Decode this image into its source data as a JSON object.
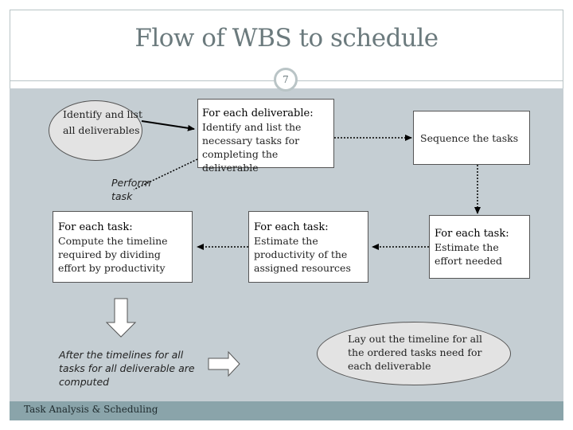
{
  "slide": {
    "title": "Flow of WBS to schedule",
    "number": "7",
    "footer": "Task Analysis & Scheduling"
  },
  "nodes": {
    "identify_deliverables": "Identify and list all deliverables",
    "each_deliverable_head": "For each deliverable:",
    "each_deliverable_body": "Identify and list the necessary tasks for completing the deliverable",
    "sequence_tasks": "Sequence the tasks",
    "perform_task": "Perform task",
    "compute_head": "For each task:",
    "compute_body": "Compute the timeline required by dividing effort by productivity",
    "productivity_head": "For each task:",
    "productivity_body": "Estimate the productivity of the assigned resources",
    "effort_head": "For each task:",
    "effort_body": "Estimate the effort needed",
    "after_timelines": "After the timelines for all tasks for all deliverable are computed",
    "lay_out_timeline": "Lay out the timeline for all the ordered tasks need for each deliverable"
  },
  "colors": {
    "panel": "#c5ced3",
    "footer": "#8aa4aa",
    "ellipse_fill": "#e3e3e3",
    "title_text": "#6b7a7d"
  }
}
